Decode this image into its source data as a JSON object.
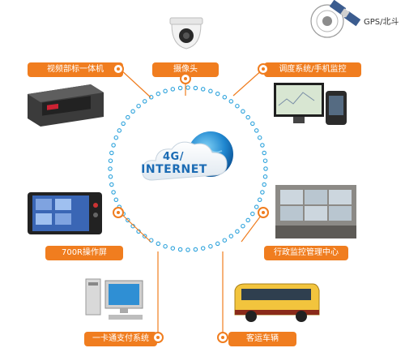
{
  "hub": {
    "line1": "4G/",
    "line2": "INTERNET"
  },
  "gps": {
    "label": "GPS/北斗"
  },
  "labels": {
    "camera": "摄像头",
    "integrated_unit": "视频部标一体机",
    "dispatch": "调度系统/手机监控",
    "screen_700r": "700R操作屏",
    "admin_center": "行政监控管理中心",
    "card_payment": "一卡通支付系统",
    "passenger_bus": "客运车辆"
  },
  "colors": {
    "accent": "#f07d1f",
    "dots": "#2ea3dc",
    "cloud_text": "#1b6bb4"
  }
}
